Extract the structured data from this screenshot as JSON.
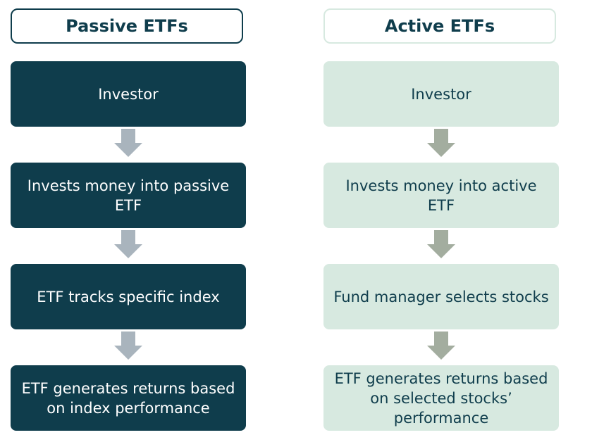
{
  "colors": {
    "passive_fill": "#0f3d4c",
    "active_fill": "#d7e9e0",
    "passive_arrow": "#a9b4bd",
    "active_arrow": "#a3ad9f"
  },
  "passive": {
    "title": "Passive ETFs",
    "steps": [
      "Investor",
      "Invests money into passive ETF",
      "ETF tracks specific index",
      "ETF generates returns based on index performance"
    ]
  },
  "active": {
    "title": "Active ETFs",
    "steps": [
      "Investor",
      "Invests money into active ETF",
      "Fund manager selects stocks",
      "ETF generates returns based on selected stocks’ performance"
    ]
  }
}
